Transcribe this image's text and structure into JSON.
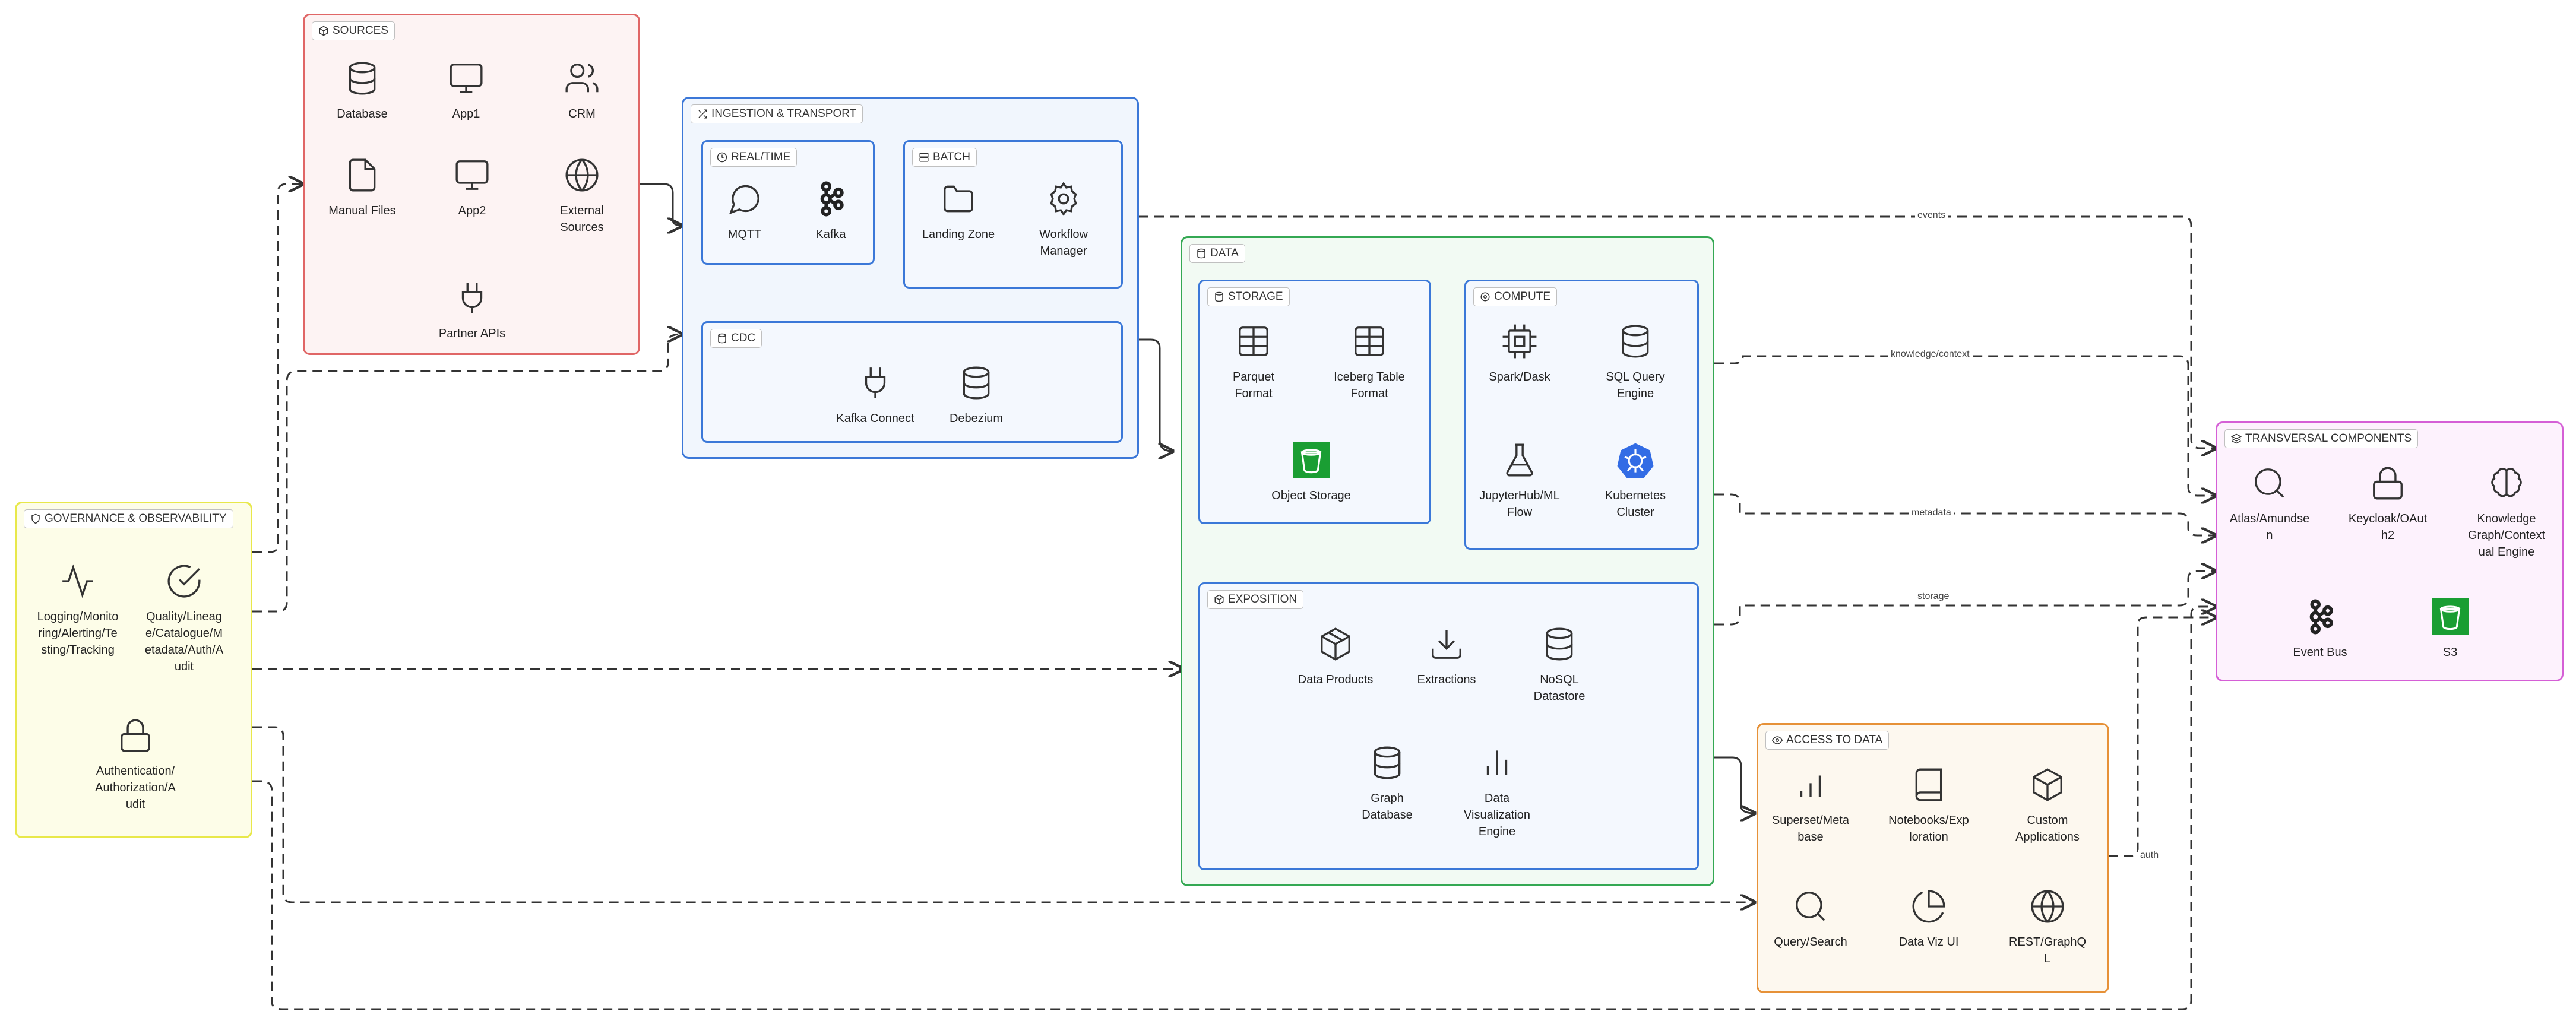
{
  "sources": {
    "title": "SOURCES",
    "items": [
      {
        "label": "Database",
        "icon": "database-icon"
      },
      {
        "label": "App1",
        "icon": "monitor-icon"
      },
      {
        "label": "CRM",
        "icon": "users-icon"
      },
      {
        "label": "Manual Files",
        "icon": "file-icon"
      },
      {
        "label": "App2",
        "icon": "monitor-icon"
      },
      {
        "label": "External\nSources",
        "icon": "globe-icon"
      },
      {
        "label": "Partner APIs",
        "icon": "plug-icon"
      }
    ]
  },
  "ingestion": {
    "title": "INGESTION & TRANSPORT",
    "realtime": {
      "title": "REAL/TIME",
      "items": [
        {
          "label": "MQTT",
          "icon": "message-icon"
        },
        {
          "label": "Kafka",
          "icon": "kafka-icon"
        }
      ]
    },
    "batch": {
      "title": "BATCH",
      "items": [
        {
          "label": "Landing Zone",
          "icon": "folder-icon"
        },
        {
          "label": "Workflow\nManager",
          "icon": "gear-icon"
        }
      ]
    },
    "cdc": {
      "title": "CDC",
      "items": [
        {
          "label": "Kafka Connect",
          "icon": "plug-icon"
        },
        {
          "label": "Debezium",
          "icon": "database-icon"
        }
      ]
    }
  },
  "data": {
    "title": "DATA",
    "storage": {
      "title": "STORAGE",
      "items": [
        {
          "label": "Parquet\nFormat",
          "icon": "table-icon"
        },
        {
          "label": "Iceberg Table\nFormat",
          "icon": "table-icon"
        },
        {
          "label": "Object Storage",
          "icon": "s3-bucket-icon"
        }
      ]
    },
    "compute": {
      "title": "COMPUTE",
      "items": [
        {
          "label": "Spark/Dask",
          "icon": "cpu-icon"
        },
        {
          "label": "SQL Query\nEngine",
          "icon": "database-icon"
        },
        {
          "label": "JupyterHub/ML\nFlow",
          "icon": "flask-icon"
        },
        {
          "label": "Kubernetes\nCluster",
          "icon": "kubernetes-icon"
        }
      ]
    },
    "exposition": {
      "title": "EXPOSITION",
      "items": [
        {
          "label": "Data Products",
          "icon": "package-icon"
        },
        {
          "label": "Extractions",
          "icon": "download-icon"
        },
        {
          "label": "NoSQL\nDatastore",
          "icon": "database-icon"
        },
        {
          "label": "Graph\nDatabase",
          "icon": "database-icon"
        },
        {
          "label": "Data\nVisualization\nEngine",
          "icon": "bar-chart-icon"
        }
      ]
    }
  },
  "access": {
    "title": "ACCESS TO DATA",
    "items": [
      {
        "label": "Superset/Meta\nbase",
        "icon": "bar-chart-icon"
      },
      {
        "label": "Notebooks/Exp\nloration",
        "icon": "notebook-icon"
      },
      {
        "label": "Custom\nApplications",
        "icon": "package-icon"
      },
      {
        "label": "Query/Search",
        "icon": "search-icon"
      },
      {
        "label": "Data Viz UI",
        "icon": "pie-chart-icon"
      },
      {
        "label": "REST/GraphQ\nL",
        "icon": "globe-icon"
      }
    ]
  },
  "transversal": {
    "title": "TRANSVERSAL COMPONENTS",
    "items": [
      {
        "label": "Atlas/Amundse\nn",
        "icon": "search-icon"
      },
      {
        "label": "Keycloak/OAut\nh2",
        "icon": "lock-icon"
      },
      {
        "label": "Knowledge\nGraph/Context\nual Engine",
        "icon": "brain-icon"
      },
      {
        "label": "Event Bus",
        "icon": "kafka-icon"
      },
      {
        "label": "S3",
        "icon": "s3-bucket-icon"
      }
    ]
  },
  "governance": {
    "title": "GOVERNANCE & OBSERVABILITY",
    "items": [
      {
        "label": "Logging/Monito\nring/Alerting/Te\nsting/Tracking",
        "icon": "activity-icon"
      },
      {
        "label": "Quality/Lineag\ne/Catalogue/M\netadata/Auth/A\nudit",
        "icon": "check-circle-icon"
      },
      {
        "label": "Authentication/\nAuthorization/A\nudit",
        "icon": "lock-icon"
      }
    ]
  },
  "edges": {
    "events": "events",
    "knowledge": "knowledge/context",
    "metadata": "metadata",
    "storage": "storage",
    "auth": "auth"
  },
  "colors": {
    "sources": "#e06666",
    "ingestion": "#3c78d8",
    "data": "#34a853",
    "access": "#e69138",
    "transversal": "#d55fd6",
    "governance": "#e8e84a",
    "s3": "#1a9e33"
  }
}
